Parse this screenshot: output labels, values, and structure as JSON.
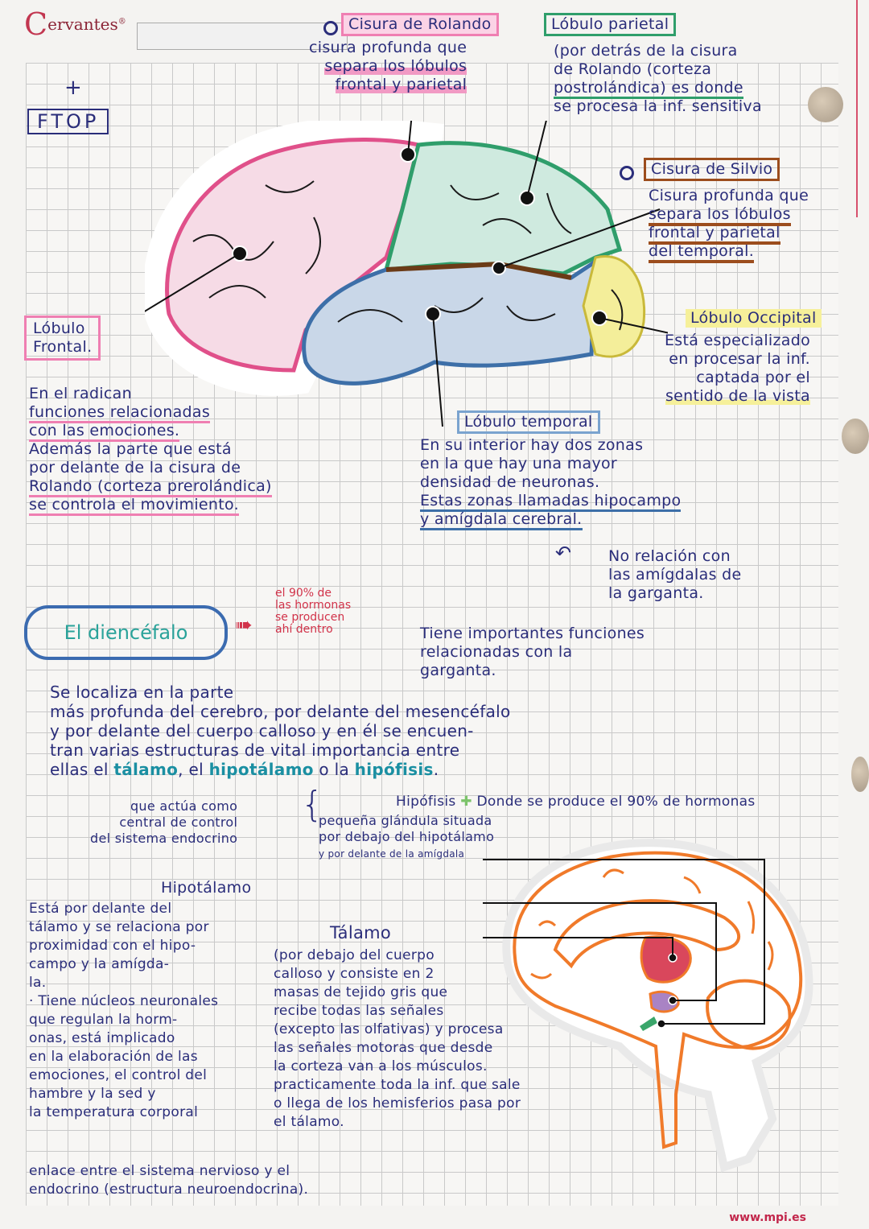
{
  "page": {
    "brand": "Cervantes",
    "brand_mark": "®",
    "watermark": "www.mpi.es",
    "corner_mark": "+",
    "mnemonic": "FTOP"
  },
  "lateral_brain": {
    "cisura_rolando": {
      "title": "Cisura de Rolando",
      "lines": [
        "cisura profunda que",
        "separa los lóbulos",
        "frontal y parietal"
      ],
      "color": "#ef7fb2"
    },
    "lobulo_parietal": {
      "title": "Lóbulo parietal",
      "lines": [
        "(por detrás de la cisura",
        "de Rolando (corteza",
        "postrolándica) es donde",
        "se procesa la inf. sensitiva"
      ],
      "color": "#2f9e6b"
    },
    "cisura_silvio": {
      "title": "Cisura de Silvio",
      "lines": [
        "Cisura profunda que",
        "separa los lóbulos",
        "frontal y parietal",
        "del temporal."
      ],
      "color": "#9c4d1d"
    },
    "lobulo_occipital": {
      "title": "Lóbulo Occipital",
      "lines": [
        "Está especializado",
        "en procesar la inf.",
        "captada por el",
        "sentido de la vista"
      ],
      "color": "#f3ec6a"
    },
    "lobulo_frontal": {
      "title_line1": "Lóbulo",
      "title_line2": "Frontal.",
      "lines": [
        "En el radican",
        "funciones relacionadas",
        "con las emociones.",
        "Además la parte que está",
        "por delante de la cisura de",
        "Rolando (corteza prerolándica)",
        "se controla el movimiento."
      ],
      "color": "#ef7fb2"
    },
    "lobulo_temporal": {
      "title": "Lóbulo temporal",
      "lines": [
        "En su interior hay dos zonas",
        "en la que hay una mayor",
        "densidad de neuronas.",
        "Estas zonas llamadas hipocampo",
        "y amígdala cerebral."
      ],
      "note_lines": [
        "No relación con",
        "las amígdalas de",
        "la garganta."
      ],
      "color": "#3d6fa8"
    },
    "region_colors": {
      "frontal": "#f6dbe6",
      "parietal": "#cfeadf",
      "temporal": "#c9d7e8",
      "occipital": "#f4ee9a"
    }
  },
  "diencefalo": {
    "title": "El diencéfalo",
    "hormone_note": [
      "el 90% de",
      "las hormonas",
      "se producen",
      "ahí dentro"
    ],
    "garganta_note": [
      "Tiene importantes funciones",
      "relacionadas con la",
      "garganta."
    ],
    "intro": [
      "Se localiza en la parte",
      "más profunda del cerebro, por delante del mesencéfalo",
      "y por delante del cuerpo calloso y en él se encuen-",
      "tran varias estructuras de vital importancia entre"
    ],
    "intro_last": {
      "prefix": "ellas el ",
      "talamo": "tálamo",
      "mid": ", el ",
      "hipotalamo": "hipotálamo",
      "mid2": " o la ",
      "hipofisis": "hipófisis",
      "suffix": "."
    },
    "hipofisis": {
      "left_lines": [
        "que actúa como",
        "central de control",
        "del sistema endocrino"
      ],
      "title": "Hipófisis",
      "title_note": "Donde se produce el 90% de hormonas",
      "lines": [
        "pequeña glándula situada",
        "por debajo del hipotálamo",
        "y por delante de la amígdala"
      ]
    },
    "hipotalamo": {
      "title": "Hipotálamo",
      "lines": [
        "Está por delante del",
        "tálamo y se relaciona por",
        "proximidad con el hipo-",
        "campo y la amígda-",
        "la.",
        "· Tiene núcleos neuronales",
        "que regulan la horm-",
        "onas, está implicado",
        "en la elaboración de las",
        "emociones, el control del",
        "hambre y la sed y",
        "la temperatura corporal"
      ]
    },
    "talamo": {
      "title": "Tálamo",
      "lines": [
        "(por debajo del cuerpo",
        "calloso y consiste en 2",
        "masas de tejido gris que",
        "recibe todas las señales",
        "(excepto las olfativas) y procesa",
        "las señales motoras que desde",
        "la corteza van a los músculos.",
        "practicamente toda la inf. que sale",
        "o llega de los hemisferios pasa por",
        "el tálamo."
      ]
    },
    "closing": [
      "enlace entre el sistema nervioso y el",
      "endocrino (estructura neuroendocrina)."
    ]
  },
  "sagittal_brain": {
    "outline_color": "#f07a2a",
    "talamo_color": "#d9475c",
    "hipotalamo_color": "#a983c4",
    "hipofisis_color": "#3aa66b"
  }
}
